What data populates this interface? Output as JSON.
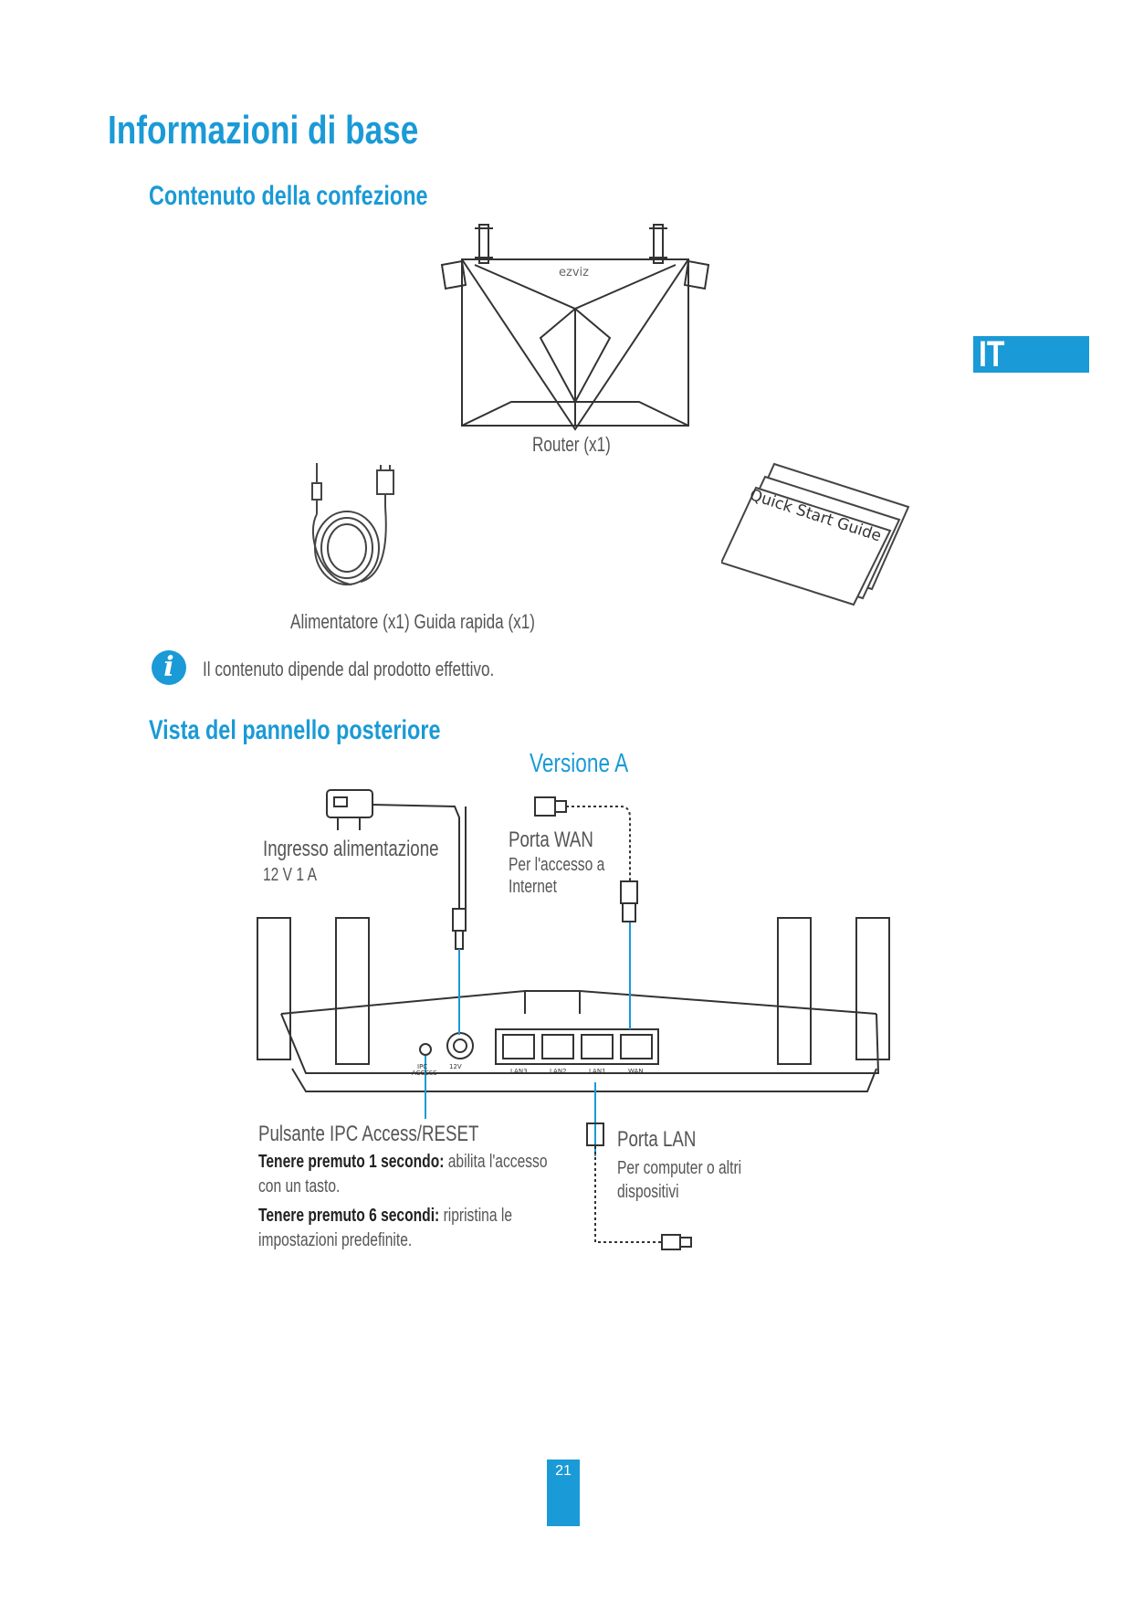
{
  "header": {
    "title": "Informazioni di base",
    "language_tab": "IT"
  },
  "box_contents": {
    "title": "Contenuto della confezione",
    "router_caption": "Router (x1)",
    "accessories_caption": "Alimentatore (x1) Guida rapida (x1)",
    "guide_card_text": "Quick Start Guide",
    "router_logo_text": "ezviz"
  },
  "note": {
    "text": "Il contenuto dipende dal prodotto effettivo."
  },
  "rear_panel": {
    "title": "Vista del pannello posteriore",
    "version": "Versione A",
    "power_input": {
      "label": "Ingresso alimentazione",
      "value": "12 V 1 A"
    },
    "wan_port": {
      "label": "Porta WAN",
      "desc_line1": "Per l'accesso a",
      "desc_line2": "Internet"
    },
    "ipc_button": {
      "label": "Pulsante IPC Access/RESET",
      "hold1_lead": "Tenere premuto 1 secondo:",
      "hold1_text": " abilita l'accesso",
      "hold1_line2": "con un tasto.",
      "hold6_lead": "Tenere premuto 6 secondi:",
      "hold6_text": " ripristina le",
      "hold6_line2": "impostazioni predefinite."
    },
    "lan_port": {
      "label": "Porta LAN",
      "desc_line1": "Per computer o altri",
      "desc_line2": "dispositivi"
    },
    "panel_labels": {
      "ipc": "IPC",
      "access": "ACCESS",
      "power": "12V",
      "lan3": "LAN3",
      "lan2": "LAN2",
      "lan1": "LAN1",
      "wan": "WAN"
    }
  },
  "footer": {
    "page_number": "21"
  },
  "colors": {
    "accent": "#1a9ad6",
    "line_art": "#333333"
  }
}
